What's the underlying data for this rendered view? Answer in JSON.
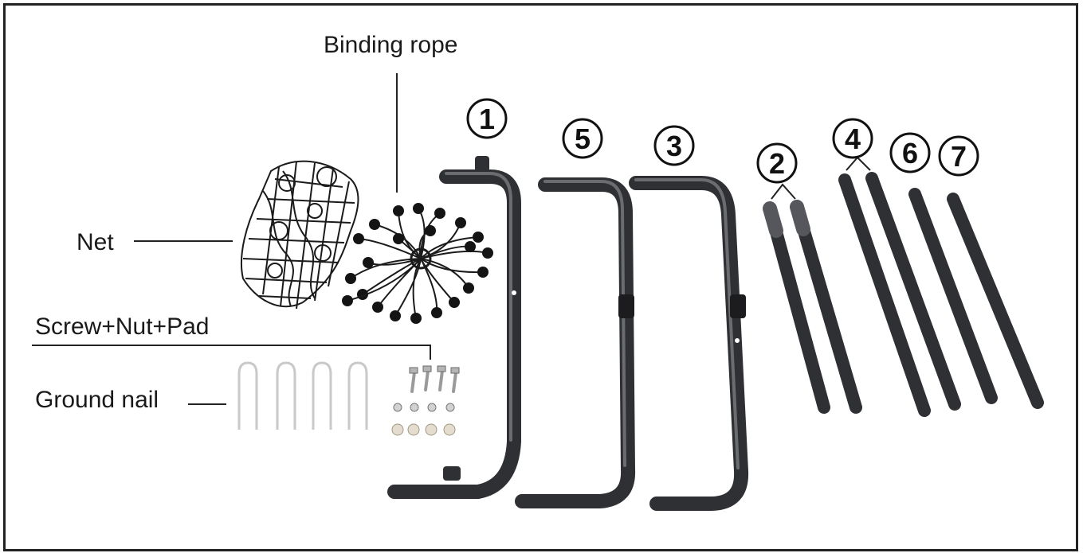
{
  "labels": {
    "binding_rope": "Binding rope",
    "net": "Net",
    "screw": "Screw+Nut+Pad",
    "ground_nail": "Ground nail"
  },
  "part_numbers": {
    "p1": "1",
    "p5": "5",
    "p3": "3",
    "p2": "2",
    "p4": "4",
    "p6": "6",
    "p7": "7"
  },
  "colors": {
    "tube": "#2f3033",
    "tube_highlight": "#6a6c70",
    "net": "#1b1b1b",
    "nail": "#c9c9c9",
    "text": "#1a1a1a"
  }
}
